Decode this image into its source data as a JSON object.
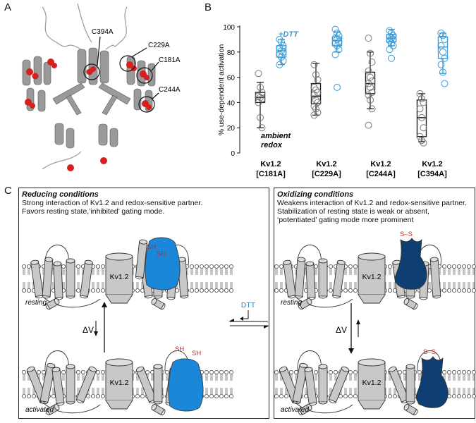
{
  "panels": {
    "a": "A",
    "b": "B",
    "c": "C"
  },
  "structure": {
    "labels": [
      "C394A",
      "C229A",
      "C181A",
      "C244A"
    ],
    "colors": {
      "helix": "#9a9a9a",
      "cys": "#d62020"
    }
  },
  "chart_data": {
    "type": "box",
    "ylabel": "% use-dependent activation",
    "ylim": [
      0,
      100
    ],
    "yticks": [
      0,
      20,
      40,
      60,
      80,
      100
    ],
    "categories": [
      "Kv1.2\n[C181A]",
      "Kv1.2\n[C229A]",
      "Kv1.2\n[C244A]",
      "Kv1.2\n[C394A]"
    ],
    "category_lines": [
      [
        "Kv1.2",
        "[C181A]"
      ],
      [
        "Kv1.2",
        "[C229A]"
      ],
      [
        "Kv1.2",
        "[C244A]"
      ],
      [
        "Kv1.2",
        "[C394A]"
      ]
    ],
    "annotations": {
      "ambient": [
        "ambient",
        "redox"
      ],
      "dtt": "+DTT"
    },
    "series": [
      {
        "name": "ambient redox",
        "color": "#222222",
        "boxes": [
          {
            "min": 20,
            "q1": 40,
            "median": 44,
            "q3": 48,
            "max": 56
          },
          {
            "min": 30,
            "q1": 39,
            "median": 45,
            "q3": 55,
            "max": 71
          },
          {
            "min": 35,
            "q1": 47,
            "median": 55,
            "q3": 64,
            "max": 80
          },
          {
            "min": 9,
            "q1": 13,
            "median": 28,
            "q3": 42,
            "max": 47
          }
        ],
        "points": [
          [
            63,
            52,
            48,
            45,
            44,
            43,
            40,
            28,
            20
          ],
          [
            70,
            62,
            58,
            52,
            50,
            48,
            46,
            42,
            40,
            37,
            35,
            32,
            30
          ],
          [
            91,
            79,
            72,
            65,
            60,
            57,
            55,
            52,
            48,
            46,
            42,
            35,
            22
          ],
          [
            47,
            43,
            40,
            35,
            28,
            20,
            13,
            10,
            8
          ]
        ]
      },
      {
        "name": "+DTT",
        "color": "#3b9ad6",
        "boxes": [
          {
            "min": 70,
            "q1": 76,
            "median": 81,
            "q3": 85,
            "max": 90
          },
          {
            "min": 80,
            "q1": 85,
            "median": 89,
            "q3": 92,
            "max": 96
          },
          {
            "min": 85,
            "q1": 88,
            "median": 91,
            "q3": 94,
            "max": 98
          },
          {
            "min": 63,
            "q1": 75,
            "median": 84,
            "q3": 92,
            "max": 95
          }
        ],
        "points": [
          [
            90,
            88,
            85,
            83,
            81,
            80,
            78,
            76,
            73,
            70
          ],
          [
            98,
            95,
            93,
            91,
            90,
            88,
            87,
            85,
            82,
            78,
            52
          ],
          [
            97,
            95,
            93,
            92,
            91,
            90,
            89,
            87,
            85,
            82,
            75
          ],
          [
            95,
            93,
            90,
            85,
            80,
            75,
            70,
            64,
            55
          ]
        ]
      }
    ]
  },
  "diagram": {
    "reducing": {
      "title": "Reducing conditions",
      "lines": [
        "Strong interaction of Kv1.2 and redox-sensitive partner.",
        "Favors resting state,’inhibited’ gating mode."
      ]
    },
    "oxidizing": {
      "title": "Oxidizing conditions",
      "lines": [
        "Weakens interaction of Kv1.2 and redox-sensitive partner.",
        "Stabilization of resting state is weak or absent,",
        "‘potentiated’ gating mode more prominent"
      ]
    },
    "channel_label": "Kv1.2",
    "resting": "resting",
    "activated": "activated",
    "sh": "SH",
    "ss": "S–S",
    "dv": "ΔV",
    "dtt": "DTT",
    "colors": {
      "reduced_partner": "#1b87d9",
      "oxidized_partner": "#0f3f72",
      "sulfur": "#cc2222",
      "channel": "#c8c8c8"
    }
  }
}
